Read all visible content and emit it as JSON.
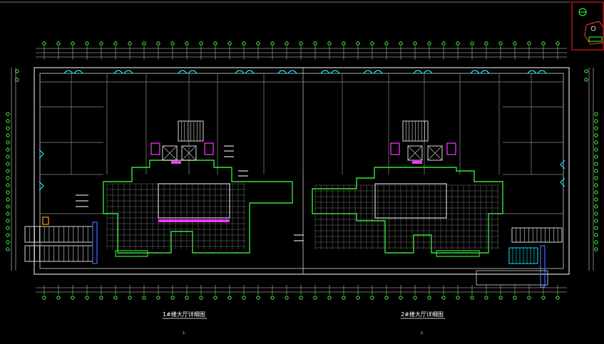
{
  "drawing": {
    "background": "#000000",
    "colors": {
      "wall": "#cfcfcf",
      "grid": "#8a8a8a",
      "axis_bubble": "#33ff33",
      "door": "#00e5ff",
      "highlight": "#ff33ff",
      "zone": "#33dd33",
      "frame": "#ff2020",
      "orange": "#ff9900",
      "blue": "#4466ff"
    },
    "captions": [
      {
        "id": "plan-1-title",
        "text": "1#楼大厅详细图"
      },
      {
        "id": "plan-2-title",
        "text": "2#楼大厅详细图"
      }
    ],
    "scale_labels": [
      {
        "id": "plan-1-scale",
        "text": "1:"
      },
      {
        "id": "plan-2-scale",
        "text": "1:"
      }
    ],
    "key_plan": {
      "icon": "north-arrow-icon"
    }
  }
}
